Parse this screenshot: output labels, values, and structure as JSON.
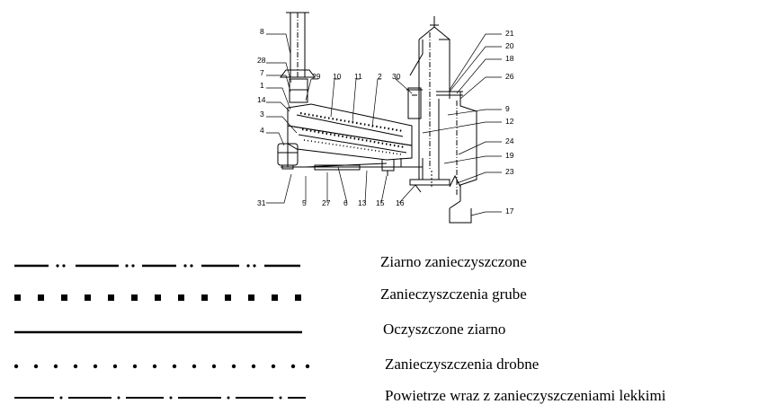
{
  "labels": {
    "l8": "8",
    "l28": "28",
    "l7": "7",
    "l1": "1",
    "l14": "14",
    "l3": "3",
    "l4": "4",
    "l29": "29",
    "l10": "10",
    "l11": "11",
    "l2": "2",
    "l30": "30",
    "l21": "21",
    "l20": "20",
    "l18": "18",
    "l26": "26",
    "l9": "9",
    "l12": "12",
    "l24": "24",
    "l19": "19",
    "l23": "23",
    "l17": "17",
    "l31": "31",
    "l5": "5",
    "l27": "27",
    "l6": "6",
    "l13": "13",
    "l15": "15",
    "l16": "16"
  },
  "legend": [
    {
      "text": "Ziarno zanieczyszczone",
      "style": "dash-dot-dot"
    },
    {
      "text": "Zanieczyszczenia grube",
      "style": "squares"
    },
    {
      "text": "Oczyszczone ziarno",
      "style": "solid"
    },
    {
      "text": "Zanieczyszczenia drobne",
      "style": "dots"
    },
    {
      "text": "Powietrze wraz z zanieczyszczeniami lekkimi",
      "style": "dash-dot"
    }
  ]
}
